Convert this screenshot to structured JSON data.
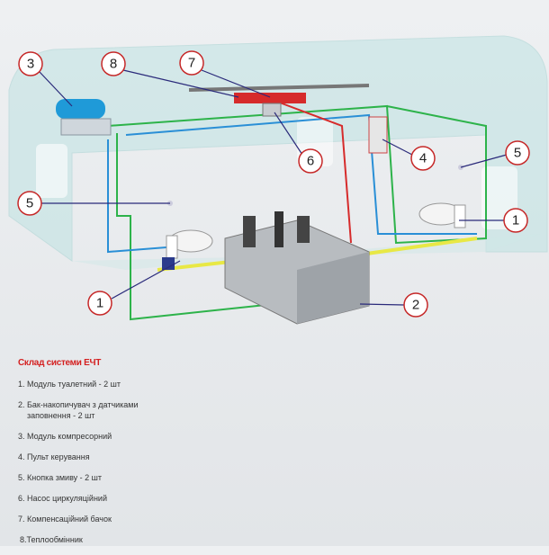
{
  "diagram": {
    "callouts": [
      {
        "id": "c3",
        "label": "3"
      },
      {
        "id": "c8",
        "label": "8"
      },
      {
        "id": "c7",
        "label": "7"
      },
      {
        "id": "c6",
        "label": "6"
      },
      {
        "id": "c4",
        "label": "4"
      },
      {
        "id": "c5r",
        "label": "5"
      },
      {
        "id": "c5l",
        "label": "5"
      },
      {
        "id": "c1r",
        "label": "1"
      },
      {
        "id": "c1l",
        "label": "1"
      },
      {
        "id": "c2",
        "label": "2"
      }
    ],
    "colors": {
      "green": "#2db34a",
      "blue": "#2a8fd6",
      "red": "#d62b2b",
      "yellow": "#e8e845",
      "shell": "#bfe3e3"
    }
  },
  "legend": {
    "title": "Склад системи ЕЧТ",
    "items": [
      "1. Модуль туалетний - 2 шт",
      "2. Бак-накопичувач з датчиками",
      "заповнення  - 2 шт",
      "3. Модуль компресорний",
      "4. Пульт керування",
      "5. Кнопка змиву - 2 шт",
      "6. Насос циркуляційний",
      "7. Компенсаційний бачок",
      "8.Теплообмінник"
    ]
  }
}
